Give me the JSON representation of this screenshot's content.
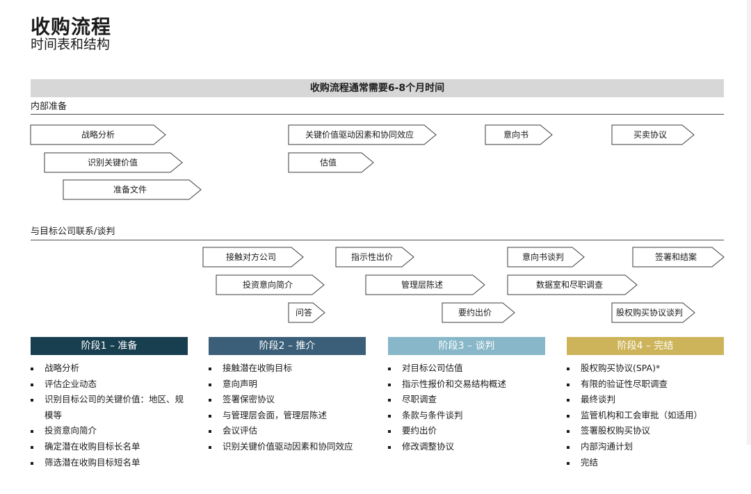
{
  "title": "收购流程",
  "subtitle": "时间表和结构",
  "banner": "收购流程通常需要6-8个月时间",
  "section_internal": "内部准备",
  "section_contact": "与目标公司联系/谈判",
  "internal_steps": [
    "战略分析",
    "识别关键价值",
    "准备文件",
    "关键价值驱动因素和协同效应",
    "估值",
    "意向书",
    "买卖协议"
  ],
  "contact_steps": [
    "接触对方公司",
    "投资意向简介",
    "问答",
    "指示性出价",
    "管理层陈述",
    "要约出价",
    "意向书谈判",
    "数据室和尽职调查",
    "签署和结案",
    "股权购买协议谈判"
  ],
  "phases": [
    {
      "title": "阶段1 – 准备",
      "color": "#173f4f",
      "items": [
        "战略分析",
        "评估企业动态",
        "识别目标公司的关键价值：地区、规模等",
        "投资意向简介",
        "确定潜在收购目标长名单",
        "筛选潜在收购目标短名单"
      ]
    },
    {
      "title": "阶段2 – 推介",
      "color": "#3b5f78",
      "items": [
        "接触潜在收购目标",
        "意向声明",
        "签署保密协议",
        "与管理层会面，管理层陈述",
        "会议评估",
        "识别关键价值驱动因素和协同效应"
      ]
    },
    {
      "title": "阶段3 – 谈判",
      "color": "#87b7c8",
      "items": [
        "对目标公司估值",
        "指示性报价和交易结构概述",
        "尽职调查",
        "条款与条件谈判",
        "要约出价",
        "修改调整协议"
      ]
    },
    {
      "title": "阶段4 – 完结",
      "color": "#cdb45a",
      "items": [
        "股权购买协议(SPA)*",
        "有限的验证性尽职调查",
        "最终谈判",
        "监管机构和工会审批（如适用）",
        "签署股权购买协议",
        "内部沟通计划",
        "完结"
      ]
    }
  ]
}
